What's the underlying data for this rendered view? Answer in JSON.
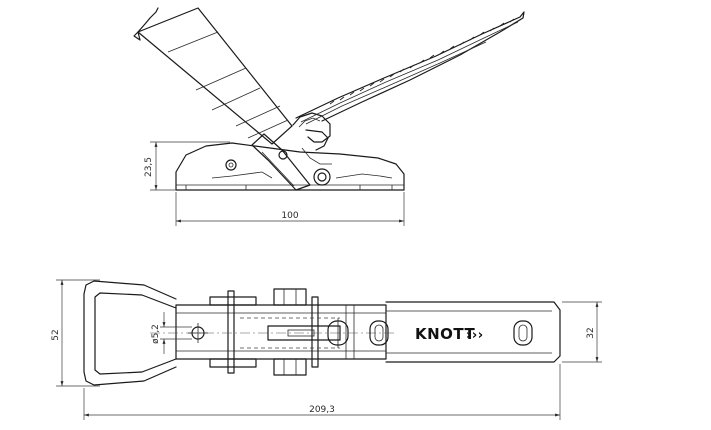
{
  "dimensions": {
    "side_height": "23,5",
    "side_length": "100",
    "hole_diameter": "ø5,2",
    "overall_width": "52",
    "plate_width": "32",
    "overall_length": "209,3"
  },
  "branding": {
    "logo_text": "KNOTT",
    "logo_mark": "›››"
  },
  "colors": {
    "line": "#1a1a1a",
    "background": "#ffffff"
  }
}
